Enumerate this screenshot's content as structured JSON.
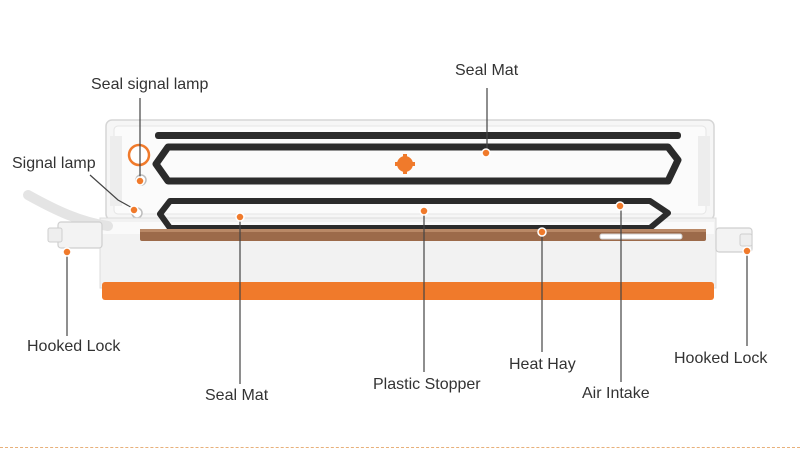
{
  "labels": {
    "seal_signal_lamp": "Seal signal lamp",
    "signal_lamp": "Signal lamp",
    "seal_mat_top": "Seal Mat",
    "seal_mat_bottom": "Seal Mat",
    "hooked_lock_left": "Hooked Lock",
    "hooked_lock_right": "Hooked Lock",
    "plastic_stopper": "Plastic Stopper",
    "heat_hay": "Heat Hay",
    "air_intake": "Air Intake"
  },
  "colors": {
    "accent": "#f07a2b",
    "leader": "#444444",
    "gasket": "#2b2b2b",
    "heating_strip": "#9c6a4a",
    "body": "#f2f2f2",
    "divider": "#e8b07a"
  }
}
